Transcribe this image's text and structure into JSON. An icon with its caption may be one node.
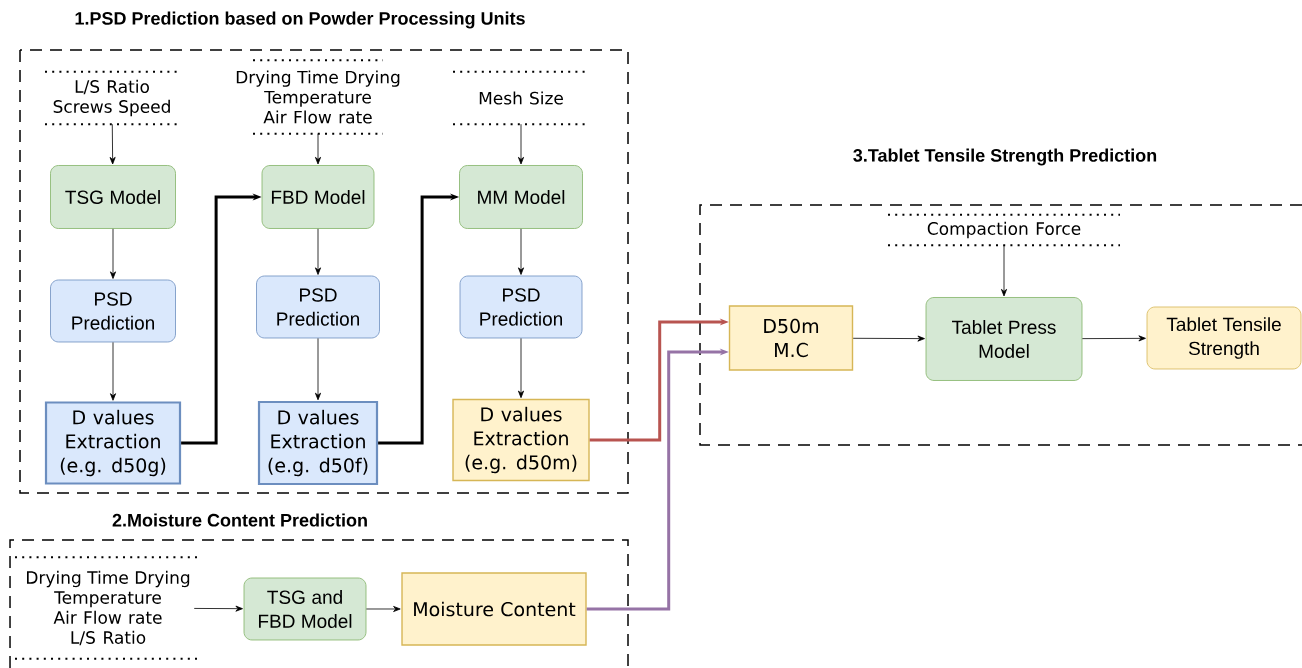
{
  "diagram": {
    "nodes": [
      {
        "text": [
          "1.PSD Prediction based on Powder Processing Units"
        ]
      },
      {
        "text": [
          "L/S Ratio Screws Speed"
        ],
        "in": 0
      },
      {
        "text": [
          "TSG Model"
        ],
        "in": 0
      },
      {
        "text": [
          "PSD Prediction"
        ],
        "in": 0
      },
      {
        "text": [
          "D values Extraction (e.g. d50g)"
        ],
        "in": 0
      },
      {
        "text": [
          "Drying Time Drying Temperature Air Flow rate"
        ],
        "in": 0
      },
      {
        "text": [
          "FBD Model"
        ],
        "in": 0
      },
      {
        "text": [
          "PSD Prediction"
        ],
        "in": 0
      },
      {
        "text": [
          "D values Extraction (e.g. d50f)"
        ],
        "in": 0
      },
      {
        "text": [
          "Mesh Size"
        ],
        "in": 0
      },
      {
        "text": [
          "MM Model"
        ],
        "in": 0
      },
      {
        "text": [
          "PSD Prediction"
        ],
        "in": 0
      },
      {
        "text": [
          "D values Extraction (e.g. d50m)"
        ],
        "in": 0
      },
      {
        "text": [
          "2.Moisture Content Prediction"
        ]
      },
      {
        "text": [
          "Drying Time Drying Temperature Air Flow rate L/S Ratio"
        ],
        "in": 13
      },
      {
        "text": [
          "TSG and FBD Model"
        ],
        "in": 13
      },
      {
        "text": [
          "Moisture Content"
        ],
        "in": 13
      },
      {
        "text": [
          "3.Tablet Tensile Strength Prediction"
        ]
      },
      {
        "text": [
          "Compaction Force"
        ],
        "in": 17
      },
      {
        "text": [
          "D50m M.C"
        ],
        "in": 17
      },
      {
        "text": [
          "Tablet Press Model"
        ],
        "in": 17
      },
      {
        "text": [
          "Tablet Tensile Strength"
        ],
        "in": 17
      }
    ],
    "edges": [
      {
        "from": 1,
        "to": 2,
        "arrow": "to"
      },
      {
        "from": 2,
        "to": 3,
        "arrow": "to"
      },
      {
        "from": 3,
        "to": 4,
        "arrow": "to"
      },
      {
        "from": 4,
        "to": 6,
        "arrow": "to",
        "style": "thick"
      },
      {
        "from": 5,
        "to": 6,
        "arrow": "to"
      },
      {
        "from": 6,
        "to": 7,
        "arrow": "to"
      },
      {
        "from": 7,
        "to": 8,
        "arrow": "to"
      },
      {
        "from": 8,
        "to": 10,
        "arrow": "to",
        "style": "thick"
      },
      {
        "from": 9,
        "to": 10,
        "arrow": "to"
      },
      {
        "from": 10,
        "to": 11,
        "arrow": "to"
      },
      {
        "from": 11,
        "to": 12,
        "arrow": "to"
      },
      {
        "from": 14,
        "to": 15,
        "arrow": "to"
      },
      {
        "from": 15,
        "to": 16,
        "arrow": "to"
      },
      {
        "from": 12,
        "to": 19,
        "arrow": "to",
        "style": "thick",
        "color": "#b85450"
      },
      {
        "from": 16,
        "to": 19,
        "arrow": "to",
        "style": "thick",
        "color": "#9673a6"
      },
      {
        "from": 18,
        "to": 20,
        "arrow": "to"
      },
      {
        "from": 19,
        "to": 20,
        "arrow": "to"
      },
      {
        "from": 20,
        "to": 21,
        "arrow": "to"
      }
    ]
  }
}
